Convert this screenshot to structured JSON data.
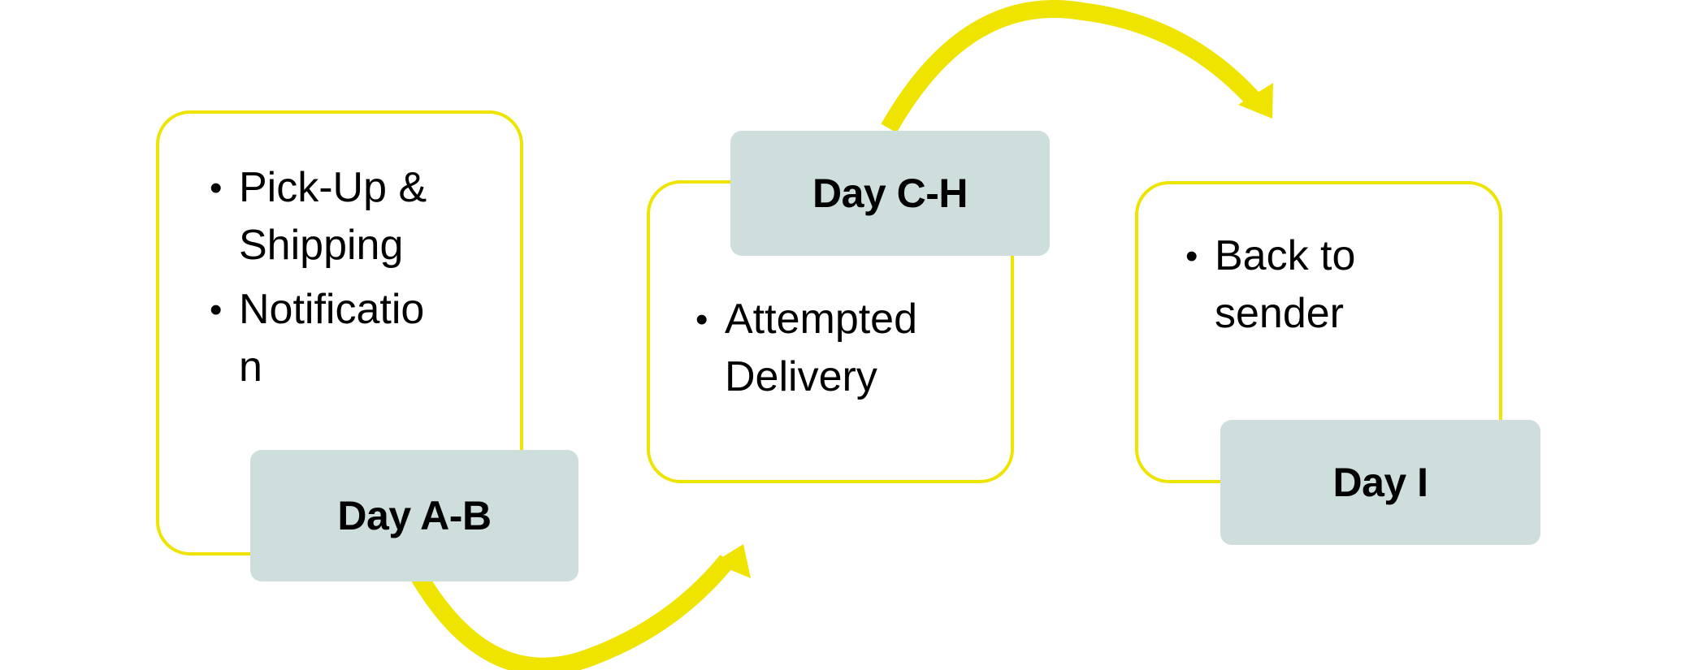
{
  "colors": {
    "accent_yellow": "#EFE300",
    "label_fill": "#CDDEDD",
    "text": "#000000",
    "background": "#FFFFFF"
  },
  "steps": [
    {
      "label": "Day A-B",
      "bullets": [
        "Pick-Up & Shipping",
        "Notification"
      ],
      "bullet_lines": [
        [
          "Pick-Up &",
          "Shipping"
        ],
        [
          "Notificatio",
          "n"
        ]
      ]
    },
    {
      "label": "Day C-H",
      "bullets": [
        "Attempted Delivery"
      ],
      "bullet_lines": [
        [
          "Attempted",
          "Delivery"
        ]
      ]
    },
    {
      "label": "Day I",
      "bullets": [
        "Back to sender"
      ],
      "bullet_lines": [
        [
          "Back to",
          "sender"
        ]
      ]
    }
  ],
  "connectors": [
    {
      "from": "Day A-B",
      "to": "Day C-H",
      "shape": "curved-arrow-below"
    },
    {
      "from": "Day C-H",
      "to": "Day I",
      "shape": "curved-arrow-above"
    }
  ],
  "icons": {
    "bullet": "•"
  }
}
